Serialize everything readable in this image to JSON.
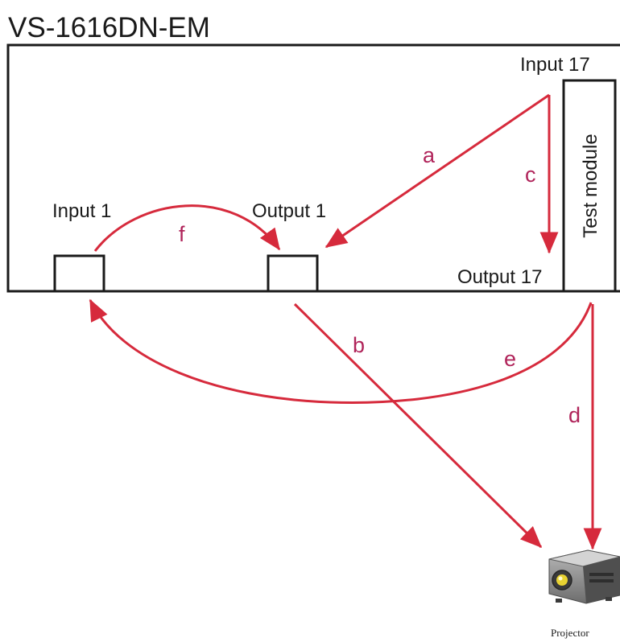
{
  "title": "VS-1616DN-EM",
  "labels": {
    "input_17": "Input 17",
    "input_1": "Input 1",
    "output_1": "Output 1",
    "output_17": "Output 17",
    "test_module": "Test module",
    "projector": "Projector"
  },
  "paths": {
    "a": "a",
    "b": "b",
    "c": "c",
    "d": "d",
    "e": "e",
    "f": "f"
  },
  "colors": {
    "arrow": "#d62a3c",
    "path_label": "#b0245a",
    "outline": "#1a1a1a"
  },
  "icons": {
    "projector": "projector-icon"
  }
}
